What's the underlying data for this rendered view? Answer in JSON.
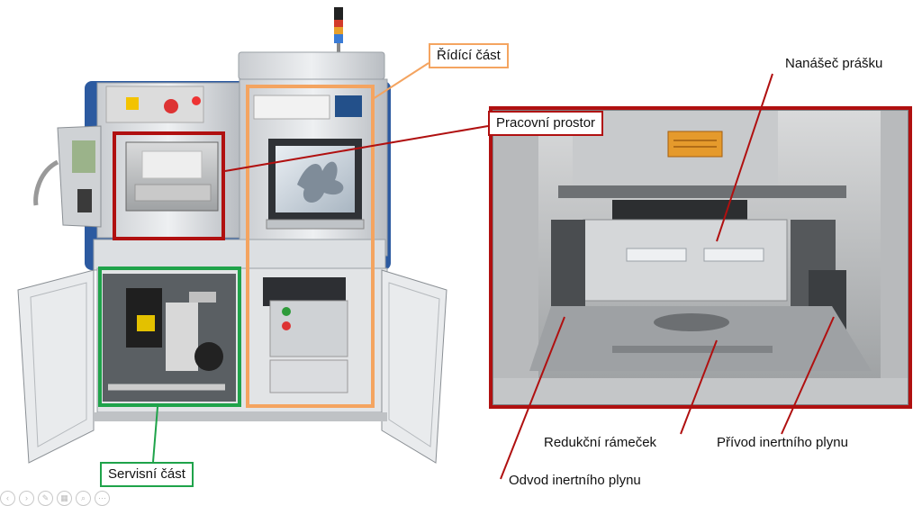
{
  "labels": {
    "control_part": "Řídící část",
    "work_space": "Pracovní prostor",
    "service_part": "Servisní část",
    "powder_coater": "Nanášeč prášku",
    "reduction_frame": "Redukční rámeček",
    "inert_gas_inlet": "Přívod inertního plynu",
    "inert_gas_outlet": "Odvod inertního plynu"
  },
  "colors": {
    "control_box": "#f4a460",
    "work_box": "#b01010",
    "service_box": "#1fa34a",
    "machine_panel": "#e6e6e6",
    "machine_frame": "#2c5aa0"
  },
  "icons": [
    "arrow-left-icon",
    "arrow-right-icon",
    "pen-icon",
    "grid-icon",
    "search-icon",
    "menu-icon"
  ]
}
